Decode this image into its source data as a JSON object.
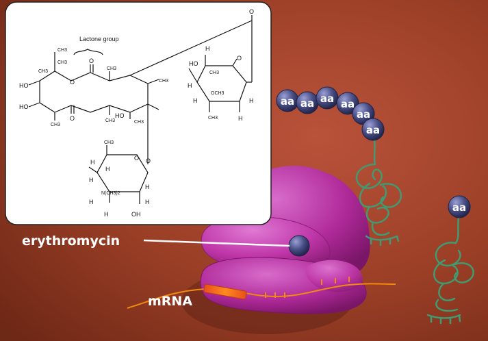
{
  "labels": {
    "erythromycin": "erythromycin",
    "mrna": "mRNA"
  },
  "amino_acid_label": "aa",
  "chain_one_amino_acids": [
    "aa",
    "aa",
    "aa",
    "aa",
    "aa",
    "aa"
  ],
  "chain_two_amino_acids": [
    "aa"
  ],
  "structure": {
    "lactone_group": "Lactone group",
    "ch3": "CH3",
    "ho": "HO",
    "o": "O",
    "h": "H",
    "och3": "OCH3",
    "oh": "OH",
    "nme2": "N(CH3)2"
  },
  "colors": {
    "background": "#9a3e26",
    "ribosome": "#b02a9a",
    "ribosome_light": "#d45cc2",
    "mrna": "#f08a10",
    "amino_acid": "#4a4f86",
    "protein": "#3f9b72",
    "panel": "#ffffff"
  }
}
